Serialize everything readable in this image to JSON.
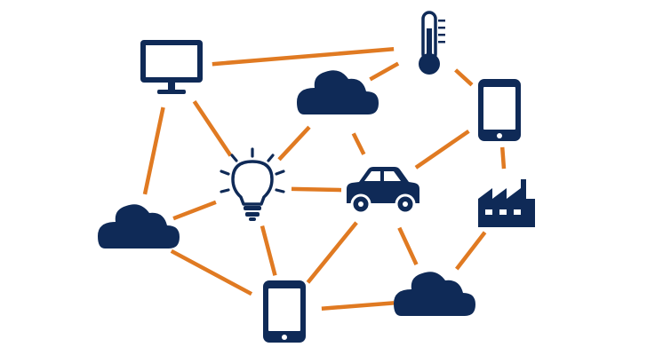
{
  "colors": {
    "background": "#ffffff",
    "node": "#0f2a57",
    "link": "#e07a22"
  },
  "nodes": [
    {
      "id": "monitor",
      "icon": "desktop-monitor-icon"
    },
    {
      "id": "thermometer",
      "icon": "thermometer-icon"
    },
    {
      "id": "cloud-top",
      "icon": "cloud-icon"
    },
    {
      "id": "phone-right",
      "icon": "smartphone-icon"
    },
    {
      "id": "lightbulb",
      "icon": "lightbulb-icon"
    },
    {
      "id": "car",
      "icon": "car-icon"
    },
    {
      "id": "factory",
      "icon": "factory-icon"
    },
    {
      "id": "cloud-left",
      "icon": "cloud-icon"
    },
    {
      "id": "phone-bottom",
      "icon": "smartphone-icon"
    },
    {
      "id": "cloud-bottom-right",
      "icon": "cloud-icon"
    }
  ],
  "links": [
    [
      "monitor",
      "thermometer"
    ],
    [
      "monitor",
      "cloud-left"
    ],
    [
      "monitor",
      "lightbulb"
    ],
    [
      "thermometer",
      "cloud-top"
    ],
    [
      "thermometer",
      "phone-right"
    ],
    [
      "cloud-top",
      "lightbulb"
    ],
    [
      "cloud-top",
      "car"
    ],
    [
      "phone-right",
      "car"
    ],
    [
      "phone-right",
      "factory"
    ],
    [
      "lightbulb",
      "car"
    ],
    [
      "lightbulb",
      "cloud-left"
    ],
    [
      "lightbulb",
      "phone-bottom"
    ],
    [
      "car",
      "phone-bottom"
    ],
    [
      "car",
      "cloud-bottom-right"
    ],
    [
      "cloud-left",
      "phone-bottom"
    ],
    [
      "phone-bottom",
      "cloud-bottom-right"
    ],
    [
      "factory",
      "cloud-bottom-right"
    ]
  ]
}
